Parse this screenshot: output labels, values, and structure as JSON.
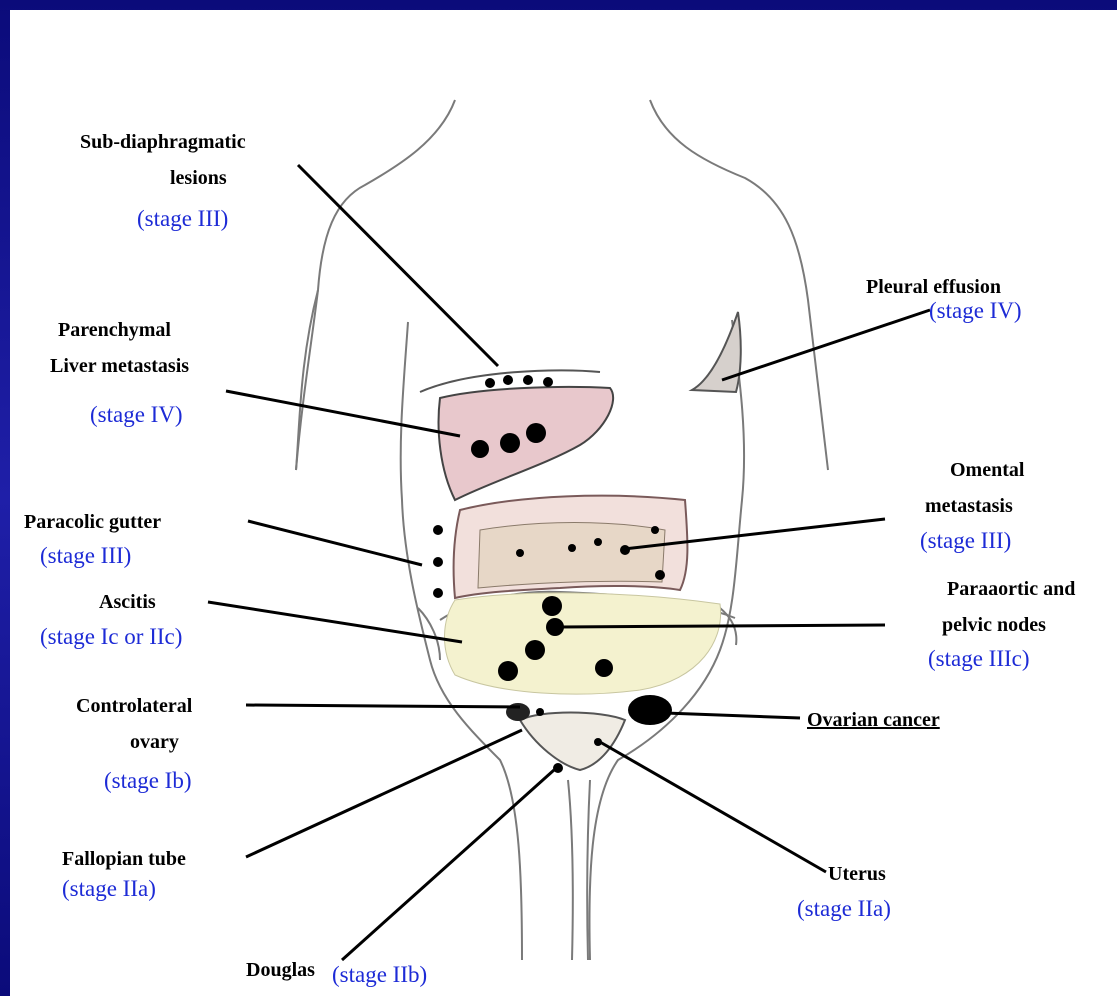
{
  "colors": {
    "frame": "#1a1a8c",
    "background": "#ffffff",
    "stage_text": "#1d2bd6",
    "label_text": "#000000",
    "liver": "#e8c8cc",
    "colon": "#f2e0dc",
    "omentum": "#e7d7c7",
    "ascites": "#f4f2cf",
    "pleura": "#d6d0cc"
  },
  "labels": {
    "subdiaphragmatic_1": "Sub-diaphragmatic",
    "subdiaphragmatic_2": "lesions",
    "subdiaphragmatic_stage": "(stage III)",
    "pleural": "Pleural effusion",
    "pleural_stage": "(stage IV)",
    "liver_1": "Parenchymal",
    "liver_2": "Liver metastasis",
    "liver_stage": "(stage IV)",
    "paracolic": "Paracolic gutter",
    "paracolic_stage": "(stage III)",
    "omental_1": "Omental",
    "omental_2": "metastasis",
    "omental_stage": "(stage III)",
    "ascitis": "Ascitis",
    "ascitis_stage": "(stage Ic or IIc)",
    "nodes_1": "Paraaortic and",
    "nodes_2": "pelvic nodes",
    "nodes_stage": "(stage IIIc)",
    "contra_1": "Controlateral",
    "contra_2": "ovary",
    "contra_stage": "(stage Ib)",
    "ovarian": "Ovarian cancer",
    "fallopian": "Fallopian tube",
    "fallopian_stage": "(stage IIa)",
    "uterus": "Uterus",
    "uterus_stage": "(stage IIa)",
    "douglas": "Douglas",
    "douglas_stage": "(stage IIb)"
  }
}
